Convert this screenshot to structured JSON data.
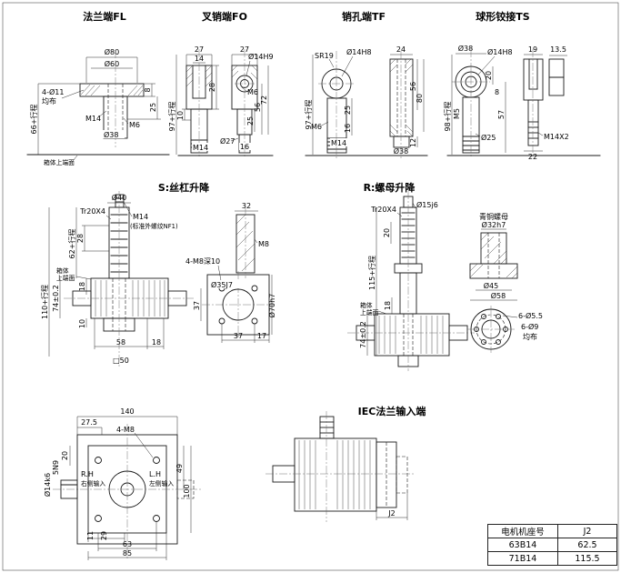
{
  "colors": {
    "line": "#1a1a1a",
    "bg": "#ffffff"
  },
  "views": {
    "fl": {
      "title": "法兰端FL",
      "d80": "Ø80",
      "d60": "Ø60",
      "h8": "8",
      "h25": "25",
      "holes": "4-Ø11",
      "junbu": "均布",
      "m14": "M14",
      "d38": "Ø38",
      "m6": "M6",
      "travel": "66+行程",
      "note": "箱体上端面"
    },
    "fo": {
      "title": "叉销端FO",
      "w27a": "27",
      "w14": "14",
      "w27b": "27",
      "hole": "Ø14H9",
      "m6": "M6",
      "h56": "56",
      "h72": "72",
      "h28": "28",
      "h25": "25",
      "h10": "10",
      "travel": "97+行程",
      "m14": "M14",
      "d27": "Ø27",
      "w16": "16"
    },
    "tf": {
      "title": "销孔端TF",
      "sr19": "SR19",
      "hole": "Ø14H8",
      "w24": "24",
      "h56": "56",
      "h80": "80",
      "h25": "25",
      "h16": "16",
      "m6": "M6",
      "travel": "97+行程",
      "m14": "M14",
      "d38": "Ø38",
      "h12": "12"
    },
    "ts": {
      "title": "球形铰接TS",
      "d38": "Ø38",
      "hole": "Ø14H8",
      "w19": "19",
      "w13_5": "13.5",
      "h20": "20",
      "h8": "8",
      "h57": "57",
      "m5": "M5",
      "travel": "98+行程",
      "d25": "Ø25",
      "w22": "22",
      "m14x2": "M14X2"
    },
    "s": {
      "title": "S:丝杠升降",
      "d40": "Ø40",
      "tr": "Tr20X4",
      "m14": "M14",
      "m14_note": "(标准外螺纹NF1)",
      "h28": "28",
      "travel62": "62+行程",
      "box1": "箱体",
      "box2": "上端面",
      "h74": "74±0.2",
      "h18l": "18",
      "h10": "10",
      "w58": "58",
      "w18": "18",
      "travel110": "110+行程",
      "sq50": "□50",
      "w32": "32",
      "m8": "M8",
      "m8x4": "4-M8深10",
      "d35": "Ø35J7",
      "h37": "37",
      "w37": "37",
      "w17": "17",
      "d70": "Ø70h7"
    },
    "r": {
      "title": "R:螺母升降",
      "tr": "Tr20X4",
      "d15": "Ø15j6",
      "h20": "20",
      "travel": "115+行程",
      "h18": "18",
      "box1": "箱体",
      "box2": "上端面",
      "h74": "74±0.2",
      "nut_title": "青铜螺母",
      "d32": "Ø32h7",
      "d45": "Ø45",
      "d58": "Ø58",
      "holes1": "6-Ø5.5",
      "holes2": "6-Ø9",
      "junbu": "均布"
    },
    "input": {
      "w140": "140",
      "w27_5": "27.5",
      "m8x4": "4-M8",
      "h20": "20",
      "key": "5N9",
      "shaft": "Ø14k6",
      "rh": "R.H",
      "rh_note": "右侧输入",
      "lh": "L.H",
      "lh_note": "左侧输入",
      "h49": "49",
      "h100": "100",
      "w11": "11",
      "w29": "29",
      "w63": "63",
      "w85": "85"
    },
    "iec": {
      "title": "IEC法兰输入端",
      "j2": "J2"
    }
  },
  "table": {
    "col1_header": "电机机座号",
    "col2_header": "J2",
    "rows": [
      {
        "frame": "63B14",
        "j2": "62.5"
      },
      {
        "frame": "71B14",
        "j2": "115.5"
      }
    ]
  }
}
